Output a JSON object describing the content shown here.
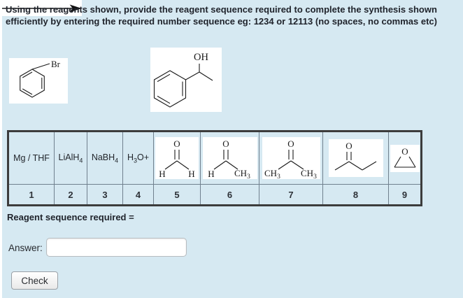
{
  "colors": {
    "page_background": "#d6e9f2",
    "table_outer_border": "#3c3c3c",
    "table_inner_border": "#70808e",
    "structure_background": "#ffffff",
    "text": "#20242c"
  },
  "question_text": "Using the reagents shown, provide the reagent sequence required to complete the synthesis shown efficiently by entering the required number sequence eg: 1234 or 12113 (no spaces, no commas etc)",
  "reaction": {
    "reactant": {
      "name": "bromobenzene",
      "substituent_label": "Br"
    },
    "product": {
      "name": "1-phenylethanol",
      "group_label": "OH"
    }
  },
  "reagent_table": {
    "items": [
      {
        "num": "1",
        "label": "Mg / THF"
      },
      {
        "num": "2",
        "label": "LiAlH",
        "sub": "4"
      },
      {
        "num": "3",
        "label": "NaBH",
        "sub": "4"
      },
      {
        "num": "4",
        "pre": "H",
        "sub": "3",
        "post": "O+"
      },
      {
        "num": "5",
        "name": "formaldehyde",
        "o_label": "O",
        "left_label": "H",
        "right_label": "H"
      },
      {
        "num": "6",
        "name": "acetaldehyde",
        "o_label": "O",
        "left_label": "H",
        "right_label": "CH",
        "right_sub": "3"
      },
      {
        "num": "7",
        "name": "acetone",
        "o_label": "O",
        "left_label": "CH",
        "left_sub": "3",
        "right_label": "CH",
        "right_sub": "3"
      },
      {
        "num": "8",
        "name": "butan-2-one",
        "o_label": "O"
      },
      {
        "num": "9",
        "name": "oxirane",
        "o_label": "O"
      }
    ]
  },
  "prompt_text": "Reagent sequence required =",
  "answer": {
    "label": "Answer:",
    "value": ""
  },
  "check_button_label": "Check"
}
